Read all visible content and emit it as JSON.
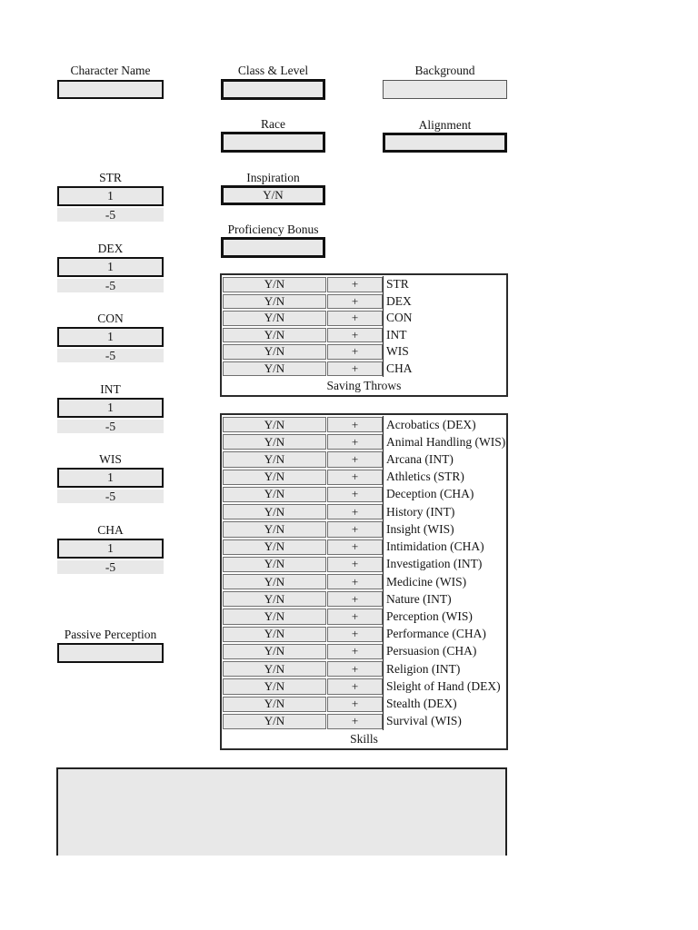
{
  "colors": {
    "page_bg": "#ffffff",
    "field_fill": "#e8e8e8",
    "box_border": "#111111",
    "cell_border": "#707070",
    "table_border": "#2b2b2b",
    "text": "#141414"
  },
  "top_fields": {
    "character_name": {
      "label": "Character Name",
      "value": ""
    },
    "class_level": {
      "label": "Class & Level",
      "value": ""
    },
    "background": {
      "label": "Background",
      "value": ""
    },
    "race": {
      "label": "Race",
      "value": ""
    },
    "alignment": {
      "label": "Alignment",
      "value": ""
    }
  },
  "inspiration": {
    "label": "Inspiration",
    "value": "Y/N"
  },
  "proficiency_bonus": {
    "label": "Proficiency Bonus",
    "value": ""
  },
  "abilities": [
    {
      "name": "STR",
      "score": "1",
      "modifier": "-5"
    },
    {
      "name": "DEX",
      "score": "1",
      "modifier": "-5"
    },
    {
      "name": "CON",
      "score": "1",
      "modifier": "-5"
    },
    {
      "name": "INT",
      "score": "1",
      "modifier": "-5"
    },
    {
      "name": "WIS",
      "score": "1",
      "modifier": "-5"
    },
    {
      "name": "CHA",
      "score": "1",
      "modifier": "-5"
    }
  ],
  "saving_throws": {
    "yn": "Y/N",
    "plus": "+",
    "rows": [
      "STR",
      "DEX",
      "CON",
      "INT",
      "WIS",
      "CHA"
    ],
    "footer": "Saving Throws"
  },
  "skills": {
    "yn": "Y/N",
    "plus": "+",
    "rows": [
      "Acrobatics (DEX)",
      "Animal Handling (WIS)",
      "Arcana (INT)",
      "Athletics (STR)",
      "Deception (CHA)",
      "History (INT)",
      "Insight (WIS)",
      "Intimidation (CHA)",
      "Investigation (INT)",
      "Medicine (WIS)",
      "Nature (INT)",
      "Perception (WIS)",
      "Performance (CHA)",
      "Persuasion (CHA)",
      "Religion (INT)",
      "Sleight of Hand (DEX)",
      "Stealth (DEX)",
      "Survival (WIS)"
    ],
    "footer": "Skills"
  },
  "passive_perception": {
    "label": "Passive Perception",
    "value": ""
  },
  "notes": {
    "value": ""
  }
}
